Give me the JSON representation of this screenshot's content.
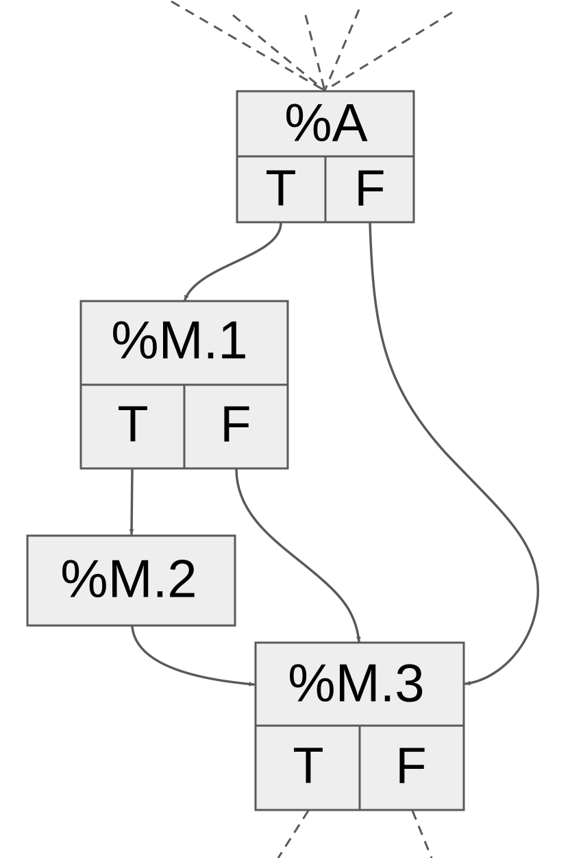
{
  "nodes": {
    "a": {
      "label": "%A",
      "true_label": "T",
      "false_label": "F"
    },
    "m1": {
      "label": "%M.1",
      "true_label": "T",
      "false_label": "F"
    },
    "m2": {
      "label": "%M.2"
    },
    "m3": {
      "label": "%M.3",
      "true_label": "T",
      "false_label": "F"
    }
  },
  "colors": {
    "node_fill": "#eeeeee",
    "node_stroke": "#595959",
    "edge": "#595959",
    "text": "#000000"
  }
}
